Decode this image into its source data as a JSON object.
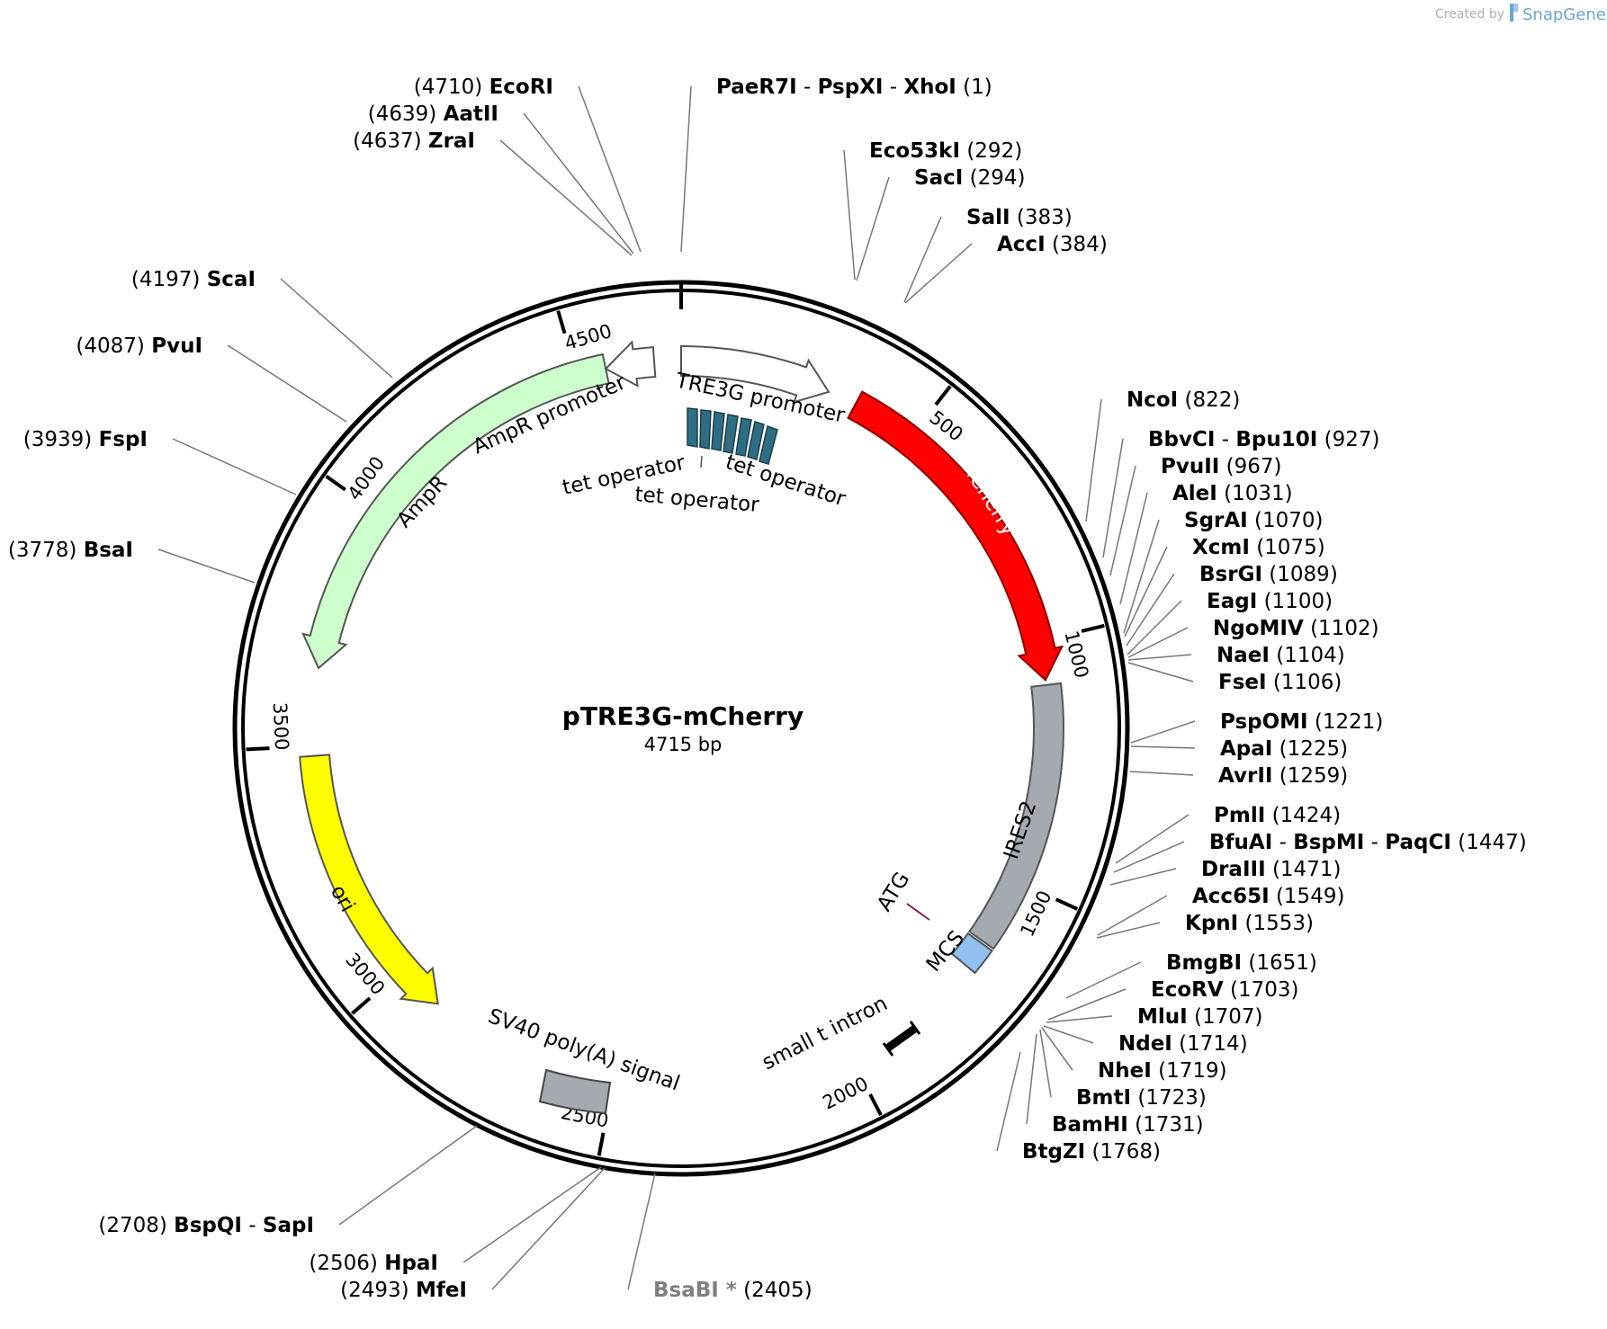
{
  "credit": {
    "prefix": "Created by",
    "brand": "SnapGene"
  },
  "plasmid": {
    "name": "pTRE3G-mCherry",
    "size_label": "4715 bp",
    "length_bp": 4715
  },
  "colors": {
    "mcherry": "#ff0000",
    "ires2": "#a5a9b0",
    "mcs": "#8fc0f0",
    "ori": "#ffff00",
    "ampr": "#ccffcc",
    "tet_operator": "#2e6e84",
    "sv40": "#a5a9b0",
    "promoter": "#ffffff"
  },
  "ticks": [
    {
      "bp": 500,
      "label": "500"
    },
    {
      "bp": 1000,
      "label": "1000"
    },
    {
      "bp": 1500,
      "label": "1500"
    },
    {
      "bp": 2000,
      "label": "2000"
    },
    {
      "bp": 2500,
      "label": "2500"
    },
    {
      "bp": 3000,
      "label": "3000"
    },
    {
      "bp": 3500,
      "label": "3500"
    },
    {
      "bp": 4000,
      "label": "4000"
    },
    {
      "bp": 4500,
      "label": "4500"
    }
  ],
  "features": [
    {
      "name": "TRE3G promoter",
      "start": 0,
      "end": 310,
      "strand": 1,
      "kind": "promoter"
    },
    {
      "name": "mCherry",
      "start": 370,
      "end": 1080,
      "strand": 1,
      "kind": "cds"
    },
    {
      "name": "IRES2",
      "start": 1090,
      "end": 1640,
      "strand": 0,
      "kind": "misc"
    },
    {
      "name": "MCS",
      "start": 1645,
      "end": 1700,
      "strand": 0,
      "kind": "mcs"
    },
    {
      "name": "ori",
      "start": 3480,
      "end": 2900,
      "strand": -1,
      "kind": "ori"
    },
    {
      "name": "AmpR",
      "start": 4560,
      "end": 3660,
      "strand": -1,
      "kind": "cds"
    },
    {
      "name": "AmpR promoter",
      "start": 4660,
      "end": 4560,
      "strand": -1,
      "kind": "promoter"
    }
  ],
  "feature_labels": {
    "tre3g": "TRE3G promoter",
    "mcherry": "mCherry",
    "ires2": "IRES2",
    "mcs": "MCS",
    "atg": "ATG",
    "ori": "ori",
    "ampr": "AmpR",
    "ampr_promoter": "AmpR promoter",
    "tet_operator_1": "tet operator",
    "tet_operator_2": "tet operator",
    "tet_operator_3": "tet operator",
    "sv40": "SV40 poly(A) signal",
    "small_t": "small t intron"
  },
  "sites": [
    {
      "id": "ecori",
      "names": [
        "EcoRI"
      ],
      "position": "4710",
      "bp": 4710,
      "side": "left"
    },
    {
      "id": "aatii",
      "names": [
        "AatII"
      ],
      "position": "4639",
      "bp": 4639,
      "side": "left"
    },
    {
      "id": "zrai",
      "names": [
        "ZraI"
      ],
      "position": "4637",
      "bp": 4637,
      "side": "left"
    },
    {
      "id": "paer7i",
      "names": [
        "PaeR7I",
        "PspXI",
        "XhoI"
      ],
      "position": "1",
      "bp": 1,
      "side": "right"
    },
    {
      "id": "eco53ki",
      "names": [
        "Eco53kI"
      ],
      "position": "292",
      "bp": 292,
      "side": "right"
    },
    {
      "id": "saci",
      "names": [
        "SacI"
      ],
      "position": "294",
      "bp": 294,
      "side": "right"
    },
    {
      "id": "sali",
      "names": [
        "SalI"
      ],
      "position": "383",
      "bp": 383,
      "side": "right"
    },
    {
      "id": "acci",
      "names": [
        "AccI"
      ],
      "position": "384",
      "bp": 384,
      "side": "right"
    },
    {
      "id": "scai",
      "names": [
        "ScaI"
      ],
      "position": "4197",
      "bp": 4197,
      "side": "left"
    },
    {
      "id": "pvui",
      "names": [
        "PvuI"
      ],
      "position": "4087",
      "bp": 4087,
      "side": "left"
    },
    {
      "id": "fspi",
      "names": [
        "FspI"
      ],
      "position": "3939",
      "bp": 3939,
      "side": "left"
    },
    {
      "id": "bsai",
      "names": [
        "BsaI"
      ],
      "position": "3778",
      "bp": 3778,
      "side": "left"
    },
    {
      "id": "ncoi",
      "names": [
        "NcoI"
      ],
      "position": "822",
      "bp": 822,
      "side": "right"
    },
    {
      "id": "bbvci",
      "names": [
        "BbvCI",
        "Bpu10I"
      ],
      "position": "927",
      "bp": 927,
      "side": "right"
    },
    {
      "id": "pvuii",
      "names": [
        "PvuII"
      ],
      "position": "967",
      "bp": 967,
      "side": "right"
    },
    {
      "id": "alei",
      "names": [
        "AleI"
      ],
      "position": "1031",
      "bp": 1031,
      "side": "right"
    },
    {
      "id": "sgrai",
      "names": [
        "SgrAI"
      ],
      "position": "1070",
      "bp": 1070,
      "side": "right"
    },
    {
      "id": "xcmi",
      "names": [
        "XcmI"
      ],
      "position": "1075",
      "bp": 1075,
      "side": "right"
    },
    {
      "id": "bsrgi",
      "names": [
        "BsrGI"
      ],
      "position": "1089",
      "bp": 1089,
      "side": "right"
    },
    {
      "id": "eagi",
      "names": [
        "EagI"
      ],
      "position": "1100",
      "bp": 1100,
      "side": "right"
    },
    {
      "id": "ngomiv",
      "names": [
        "NgoMIV"
      ],
      "position": "1102",
      "bp": 1102,
      "side": "right"
    },
    {
      "id": "naei",
      "names": [
        "NaeI"
      ],
      "position": "1104",
      "bp": 1104,
      "side": "right"
    },
    {
      "id": "fsei",
      "names": [
        "FseI"
      ],
      "position": "1106",
      "bp": 1106,
      "side": "right"
    },
    {
      "id": "pspomi",
      "names": [
        "PspOMI"
      ],
      "position": "1221",
      "bp": 1221,
      "side": "right"
    },
    {
      "id": "apai",
      "names": [
        "ApaI"
      ],
      "position": "1225",
      "bp": 1225,
      "side": "right"
    },
    {
      "id": "avrii",
      "names": [
        "AvrII"
      ],
      "position": "1259",
      "bp": 1259,
      "side": "right"
    },
    {
      "id": "pmli",
      "names": [
        "PmlI"
      ],
      "position": "1424",
      "bp": 1424,
      "side": "right"
    },
    {
      "id": "bfuai",
      "names": [
        "BfuAI",
        "BspMI",
        "PaqCI"
      ],
      "position": "1447",
      "bp": 1447,
      "side": "right"
    },
    {
      "id": "draiii",
      "names": [
        "DraIII"
      ],
      "position": "1471",
      "bp": 1471,
      "side": "right"
    },
    {
      "id": "acc65i",
      "names": [
        "Acc65I"
      ],
      "position": "1549",
      "bp": 1549,
      "side": "right"
    },
    {
      "id": "kpni",
      "names": [
        "KpnI"
      ],
      "position": "1553",
      "bp": 1553,
      "side": "right"
    },
    {
      "id": "bmgbi",
      "names": [
        "BmgBI"
      ],
      "position": "1651",
      "bp": 1651,
      "side": "right"
    },
    {
      "id": "ecorv",
      "names": [
        "EcoRV"
      ],
      "position": "1703",
      "bp": 1703,
      "side": "right"
    },
    {
      "id": "mlui",
      "names": [
        "MluI"
      ],
      "position": "1707",
      "bp": 1707,
      "side": "right"
    },
    {
      "id": "ndei",
      "names": [
        "NdeI"
      ],
      "position": "1714",
      "bp": 1714,
      "side": "right"
    },
    {
      "id": "nhei",
      "names": [
        "NheI"
      ],
      "position": "1719",
      "bp": 1719,
      "side": "right"
    },
    {
      "id": "bmti",
      "names": [
        "BmtI"
      ],
      "position": "1723",
      "bp": 1723,
      "side": "right"
    },
    {
      "id": "bamhi",
      "names": [
        "BamHI"
      ],
      "position": "1731",
      "bp": 1731,
      "side": "right"
    },
    {
      "id": "btgzi",
      "names": [
        "BtgZI"
      ],
      "position": "1768",
      "bp": 1768,
      "side": "right"
    },
    {
      "id": "bspqi",
      "names": [
        "BspQI",
        "SapI"
      ],
      "position": "2708",
      "bp": 2708,
      "side": "left"
    },
    {
      "id": "hpai",
      "names": [
        "HpaI"
      ],
      "position": "2506",
      "bp": 2506,
      "side": "left"
    },
    {
      "id": "mfei",
      "names": [
        "MfeI"
      ],
      "position": "2493",
      "bp": 2493,
      "side": "left"
    },
    {
      "id": "bsabi",
      "names": [
        "BsaBI *"
      ],
      "position": "2405",
      "bp": 2405,
      "side": "right",
      "dimmed": true
    }
  ]
}
